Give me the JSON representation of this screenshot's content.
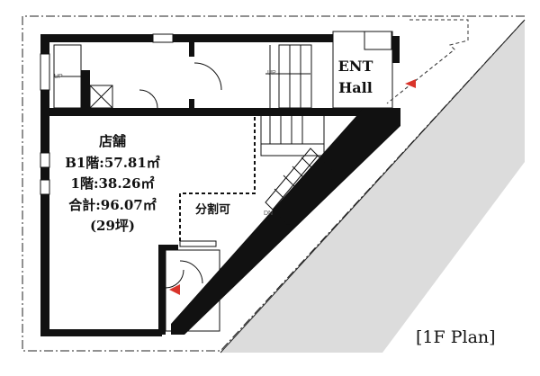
{
  "store": {
    "title": "店舗",
    "b1": "B1階:57.81㎡",
    "f1": "1階:38.26㎡",
    "total": "合計:96.07㎡",
    "tsubo": "(29坪)"
  },
  "divisible": "分割可",
  "entrance": {
    "line1": "ENT",
    "line2": "Hall"
  },
  "stairs": {
    "up1": "UP",
    "up2": "UP",
    "down": "DN"
  },
  "plan_label": "[1F Plan]",
  "colors": {
    "wall": "#111111",
    "road": "#dcdcdc",
    "entry_marker": "#d9342b"
  }
}
